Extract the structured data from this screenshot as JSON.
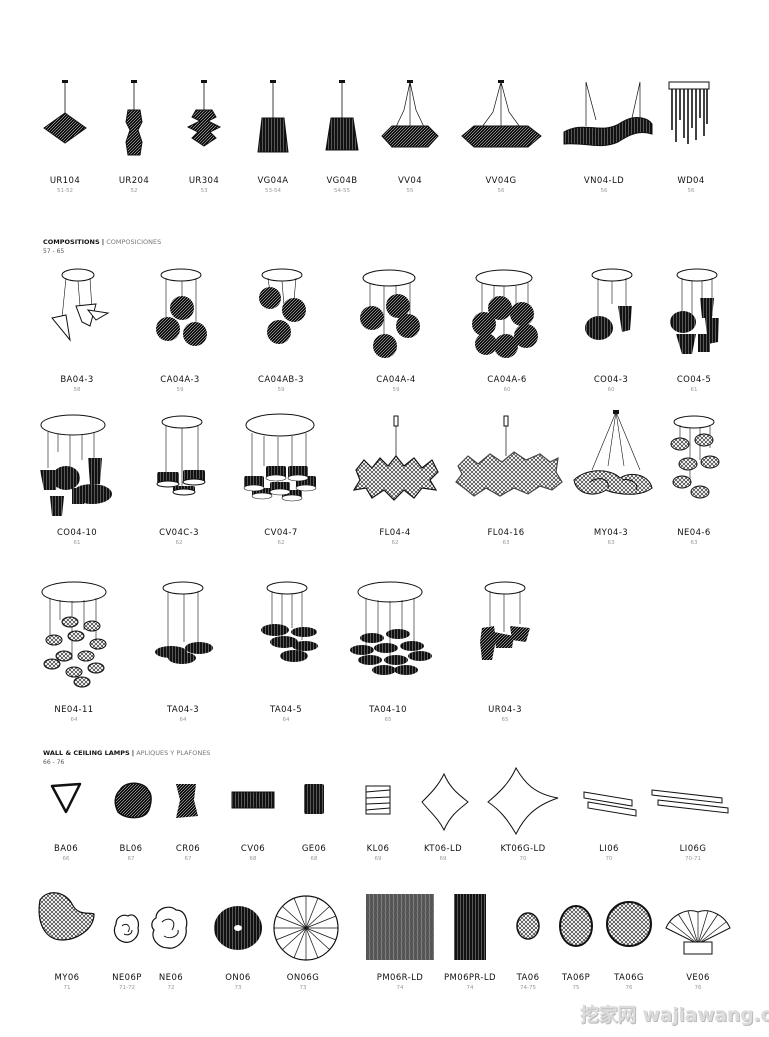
{
  "sections": {
    "compositions": {
      "title": "COMPOSITIONS",
      "sep": "|",
      "subtitle": "COMPOSICIONES",
      "range": "57 - 65"
    },
    "wall": {
      "title": "WALL & CEILING LAMPS",
      "sep": "|",
      "subtitle": "APLIQUES Y PLAFONES",
      "range": "66 - 76"
    }
  },
  "rows": [
    [
      {
        "code": "UR104",
        "page": "51-52"
      },
      {
        "code": "UR204",
        "page": "52"
      },
      {
        "code": "UR304",
        "page": "53"
      },
      {
        "code": "VG04A",
        "page": "53-54"
      },
      {
        "code": "VG04B",
        "page": "54-55"
      },
      {
        "code": "VV04",
        "page": "55"
      },
      {
        "code": "VV04G",
        "page": "56"
      },
      {
        "code": "VN04-LD",
        "page": "56"
      },
      {
        "code": "WD04",
        "page": "56"
      }
    ],
    [
      {
        "code": "BA04-3",
        "page": "58"
      },
      {
        "code": "CA04A-3",
        "page": "59"
      },
      {
        "code": "CA04AB-3",
        "page": "59"
      },
      {
        "code": "CA04A-4",
        "page": "59"
      },
      {
        "code": "CA04A-6",
        "page": "60"
      },
      {
        "code": "CO04-3",
        "page": "60"
      },
      {
        "code": "CO04-5",
        "page": "61"
      }
    ],
    [
      {
        "code": "CO04-10",
        "page": "61"
      },
      {
        "code": "CV04C-3",
        "page": "62"
      },
      {
        "code": "CV04-7",
        "page": "62"
      },
      {
        "code": "FL04-4",
        "page": "62"
      },
      {
        "code": "FL04-16",
        "page": "63"
      },
      {
        "code": "MY04-3",
        "page": "63"
      },
      {
        "code": "NE04-6",
        "page": "63"
      }
    ],
    [
      {
        "code": "NE04-11",
        "page": "64"
      },
      {
        "code": "TA04-3",
        "page": "64"
      },
      {
        "code": "TA04-5",
        "page": "64"
      },
      {
        "code": "TA04-10",
        "page": "65"
      },
      {
        "code": "UR04-3",
        "page": "65"
      }
    ],
    [
      {
        "code": "BA06",
        "page": "66"
      },
      {
        "code": "BL06",
        "page": "67"
      },
      {
        "code": "CR06",
        "page": "67"
      },
      {
        "code": "CV06",
        "page": "68"
      },
      {
        "code": "GE06",
        "page": "68"
      },
      {
        "code": "KL06",
        "page": "69"
      },
      {
        "code": "KT06-LD",
        "page": "69"
      },
      {
        "code": "KT06G-LD",
        "page": "70"
      },
      {
        "code": "LI06",
        "page": "70"
      },
      {
        "code": "LI06G",
        "page": "70-71"
      }
    ],
    [
      {
        "code": "MY06",
        "page": "71"
      },
      {
        "code": "NE06P",
        "page": "71-72"
      },
      {
        "code": "NE06",
        "page": "72"
      },
      {
        "code": "ON06",
        "page": "73"
      },
      {
        "code": "ON06G",
        "page": "73"
      },
      {
        "code": "PM06R-LD",
        "page": "74"
      },
      {
        "code": "PM06PR-LD",
        "page": "74"
      },
      {
        "code": "TA06",
        "page": "74-75"
      },
      {
        "code": "TA06P",
        "page": "75"
      },
      {
        "code": "TA06G",
        "page": "76"
      },
      {
        "code": "VE06",
        "page": "76"
      }
    ]
  ],
  "watermark": "挖家网 wajiawang.com"
}
